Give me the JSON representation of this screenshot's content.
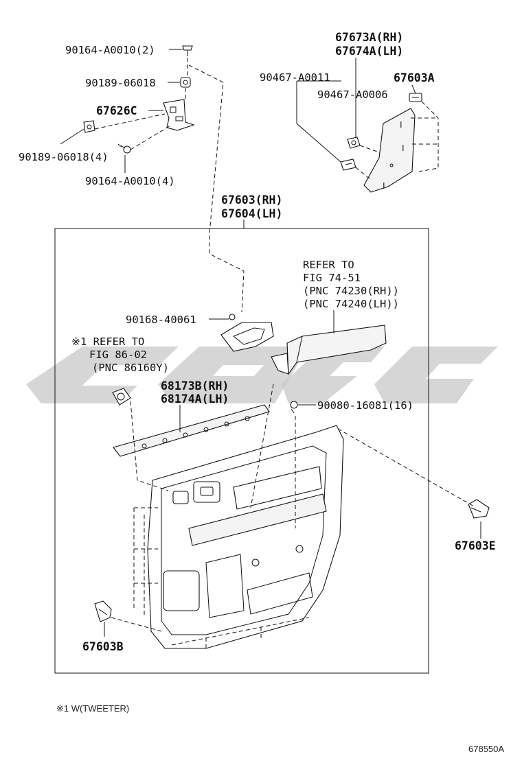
{
  "diagram": {
    "labels": {
      "screw_top": "90164-A0010(2)",
      "nut_top": "90189-06018",
      "bracket": "67626C",
      "nut_left": "90189-06018(4)",
      "screw_left": "90164-A0010(4)",
      "pad_rh": "67673A(RH)",
      "pad_lh": "67674A(LH)",
      "clip_a11": "90467-A0011",
      "clip_a06": "90467-A0006",
      "clip_67603a": "67603A",
      "board_rh": "67603(RH)",
      "board_lh": "67604(LH)",
      "refer_armrest_1": "REFER TO",
      "refer_armrest_2": "FIG 74-51",
      "refer_armrest_3": "(PNC 74230(RH))",
      "refer_armrest_4": "(PNC 74240(LH))",
      "screw_pull": "90168-40061",
      "refer_tweeter_1": "※1 REFER TO",
      "refer_tweeter_2": "FIG 86-02",
      "refer_tweeter_3": "(PNC 86160Y)",
      "weather_rh": "68173B(RH)",
      "weather_lh": "68174A(LH)",
      "screw_16": "90080-16081(16)",
      "clip_e": "67603E",
      "clip_b": "67603B"
    },
    "footnote": "※1 W(TWEETER)",
    "figure_id": "678550A"
  }
}
